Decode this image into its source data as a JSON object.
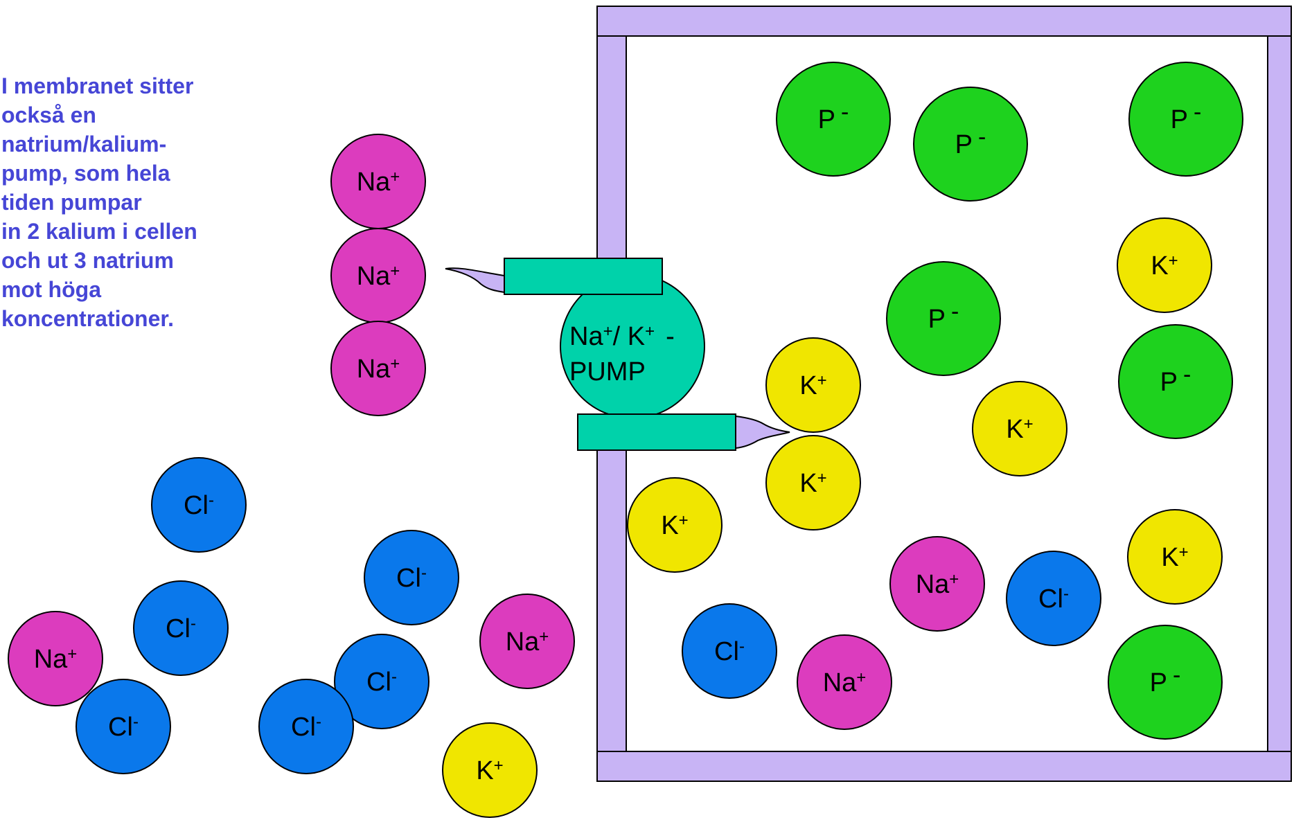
{
  "caption": "I membranet sitter\nockså en\nnatrium/kalium-\npump, som hela\ntiden pumpar\nin 2 kalium i cellen\noch ut 3 natrium\nmot höga\nkoncentrationer.",
  "labels": {
    "na": "Na",
    "k": "K",
    "cl": "Cl",
    "p": "P",
    "plus": "+",
    "minus": "-"
  },
  "pump": {
    "line1_na": "Na",
    "line1_sep": "/ K",
    "line1_dash": "-",
    "line2": "PUMP"
  },
  "colors": {
    "membrane": "#c8b4f5",
    "pump": "#00d2aa",
    "na": "#dc3cbe",
    "k": "#f0e600",
    "cl": "#0a78eb",
    "p": "#1ed21e",
    "caption": "#4646d6"
  },
  "ions": [
    {
      "name": "sodium-ion",
      "type": "na"
    },
    {
      "name": "sodium-ion",
      "type": "na"
    },
    {
      "name": "sodium-ion",
      "type": "na"
    },
    {
      "name": "chloride-ion",
      "type": "cl"
    },
    {
      "name": "chloride-ion",
      "type": "cl"
    },
    {
      "name": "chloride-ion",
      "type": "cl"
    },
    {
      "name": "chloride-ion",
      "type": "cl"
    },
    {
      "name": "chloride-ion",
      "type": "cl"
    },
    {
      "name": "chloride-ion",
      "type": "cl"
    },
    {
      "name": "sodium-ion",
      "type": "na"
    },
    {
      "name": "sodium-ion",
      "type": "na"
    },
    {
      "name": "potassium-ion",
      "type": "k"
    },
    {
      "name": "phosphate-ion",
      "type": "p"
    },
    {
      "name": "phosphate-ion",
      "type": "p"
    },
    {
      "name": "phosphate-ion",
      "type": "p"
    },
    {
      "name": "potassium-ion",
      "type": "k"
    },
    {
      "name": "phosphate-ion",
      "type": "p"
    },
    {
      "name": "phosphate-ion",
      "type": "p"
    },
    {
      "name": "potassium-ion",
      "type": "k"
    },
    {
      "name": "potassium-ion",
      "type": "k"
    },
    {
      "name": "potassium-ion",
      "type": "k"
    },
    {
      "name": "potassium-ion",
      "type": "k"
    },
    {
      "name": "potassium-ion",
      "type": "k"
    },
    {
      "name": "sodium-ion",
      "type": "na"
    },
    {
      "name": "chloride-ion",
      "type": "cl"
    },
    {
      "name": "chloride-ion",
      "type": "cl"
    },
    {
      "name": "sodium-ion",
      "type": "na"
    },
    {
      "name": "phosphate-ion",
      "type": "p"
    }
  ]
}
